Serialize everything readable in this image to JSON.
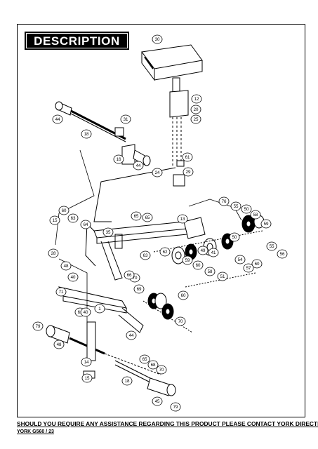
{
  "page": {
    "title": "DESCRIPTION",
    "footer_note": "SHOULD YOU REQUIRE ANY ASSISTANCE REGARDING THIS PRODUCT PLEASE CONTACT YORK DIRECTLY",
    "footer_code": "YORK G560 / 23"
  },
  "diagram": {
    "part_numbers": [
      "30",
      "12",
      "20",
      "25",
      "61",
      "29",
      "44",
      "18",
      "16",
      "44",
      "24",
      "31",
      "76",
      "55",
      "50",
      "58",
      "59",
      "55",
      "56",
      "50",
      "60",
      "60",
      "63",
      "64",
      "65",
      "65",
      "13",
      "62",
      "59",
      "60",
      "58",
      "51",
      "54",
      "57",
      "49",
      "41",
      "28",
      "48",
      "40",
      "71",
      "79",
      "61",
      "48",
      "14",
      "15",
      "18",
      "45",
      "79",
      "65",
      "68",
      "70",
      "44",
      "40",
      "15",
      "70",
      "69",
      "66",
      "63",
      "1",
      "35",
      "60",
      "70"
    ]
  },
  "colors": {
    "ink": "#000000",
    "paper": "#ffffff"
  }
}
